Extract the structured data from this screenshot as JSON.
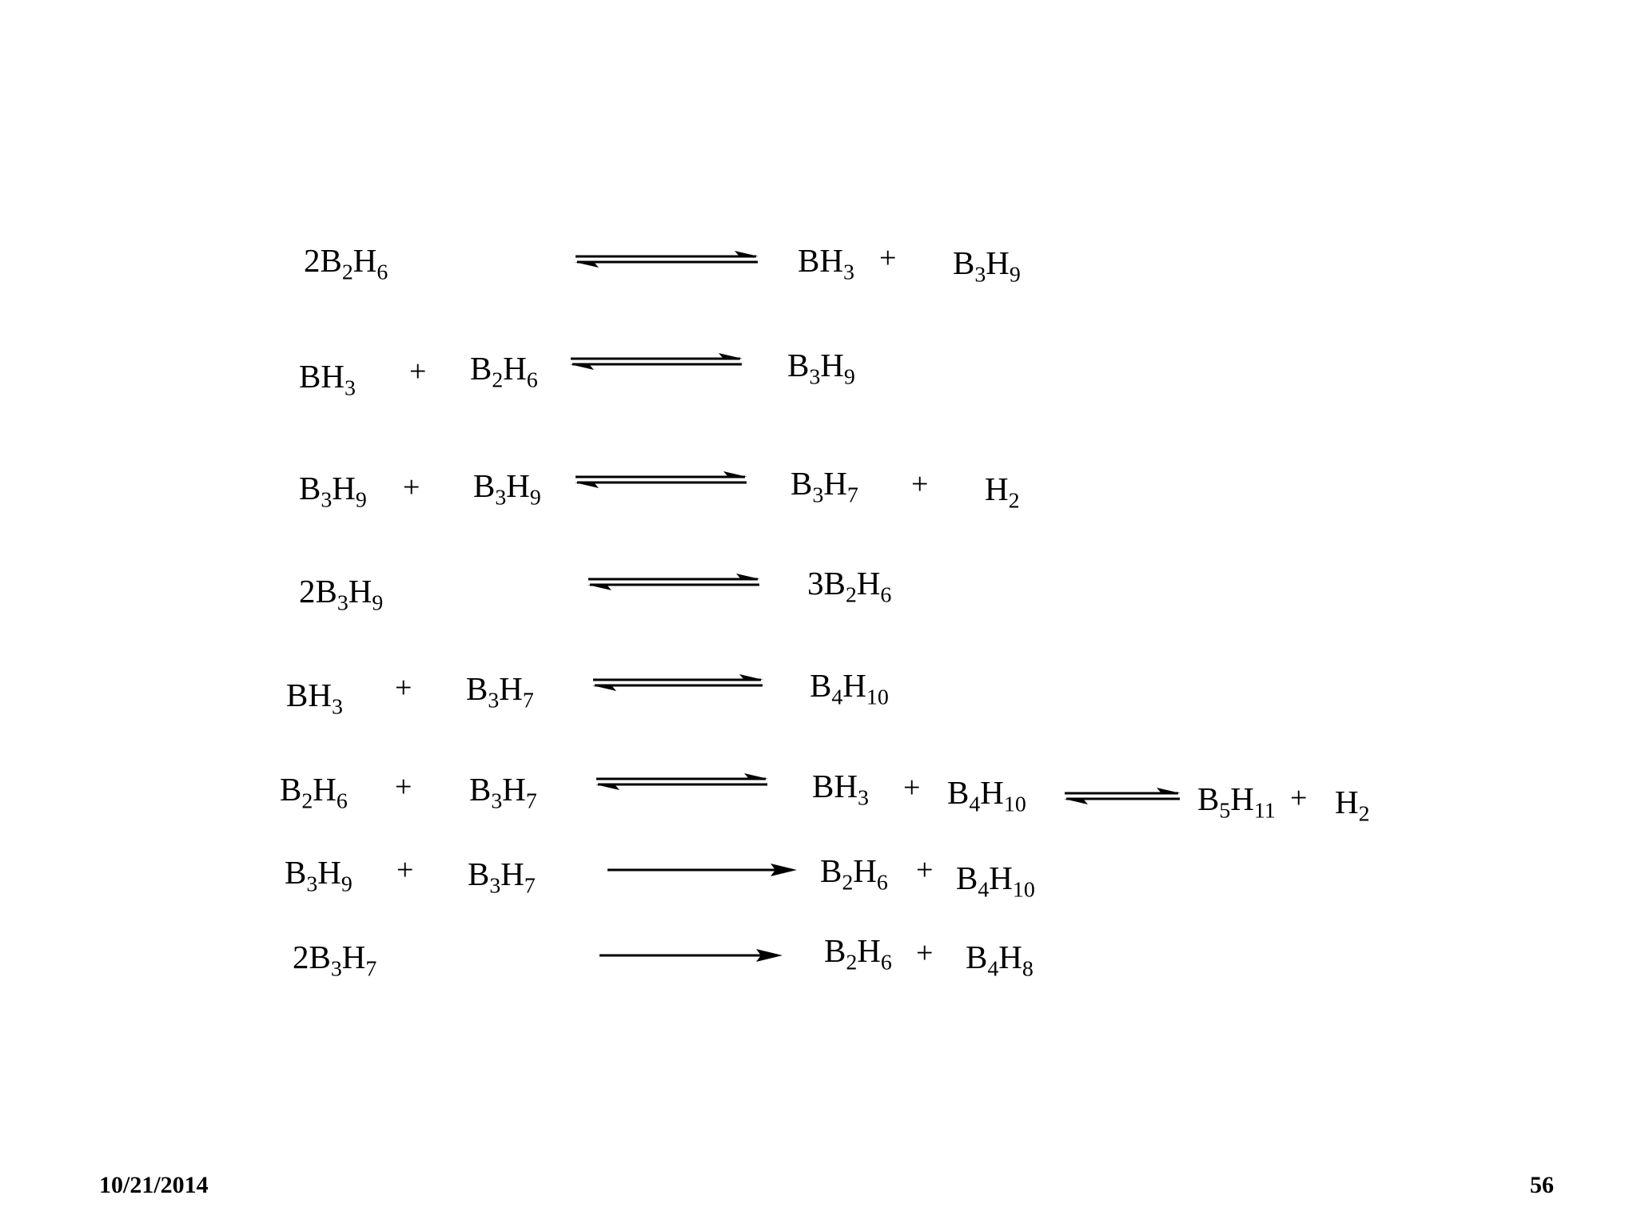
{
  "reactions": [
    {
      "id": "r1",
      "arrow": "equilibrium",
      "reactants": [
        {
          "text": "2B",
          "sub1": "2",
          "mid": "H",
          "sub2": "6"
        }
      ],
      "products": [
        {
          "text": "BH",
          "sub1": "3"
        },
        {
          "text": "B",
          "sub1": "3",
          "mid": "H",
          "sub2": "9"
        }
      ]
    },
    {
      "id": "r2",
      "arrow": "equilibrium",
      "reactants": [
        {
          "text": "BH",
          "sub1": "3"
        },
        {
          "text": "B",
          "sub1": "2",
          "mid": "H",
          "sub2": "6"
        }
      ],
      "products": [
        {
          "text": "B",
          "sub1": "3",
          "mid": "H",
          "sub2": "9"
        }
      ]
    },
    {
      "id": "r3",
      "arrow": "equilibrium",
      "reactants": [
        {
          "text": "B",
          "sub1": "3",
          "mid": "H",
          "sub2": "9"
        },
        {
          "text": "B",
          "sub1": "3",
          "mid": "H",
          "sub2": "9"
        }
      ],
      "products": [
        {
          "text": "B",
          "sub1": "3",
          "mid": "H",
          "sub2": "7"
        },
        {
          "text": "H",
          "sub1": "2"
        }
      ]
    },
    {
      "id": "r4",
      "arrow": "equilibrium",
      "reactants": [
        {
          "text": "2B",
          "sub1": "3",
          "mid": "H",
          "sub2": "9"
        }
      ],
      "products": [
        {
          "text": "3B",
          "sub1": "2",
          "mid": "H",
          "sub2": "6"
        }
      ]
    },
    {
      "id": "r5",
      "arrow": "equilibrium",
      "reactants": [
        {
          "text": "BH",
          "sub1": "3"
        },
        {
          "text": "B",
          "sub1": "3",
          "mid": "H",
          "sub2": "7"
        }
      ],
      "products": [
        {
          "text": "B",
          "sub1": "4",
          "mid": "H",
          "sub2": "10"
        }
      ]
    },
    {
      "id": "r6",
      "arrow": "equilibrium",
      "reactants": [
        {
          "text": "B",
          "sub1": "2",
          "mid": "H",
          "sub2": "6"
        },
        {
          "text": "B",
          "sub1": "3",
          "mid": "H",
          "sub2": "7"
        }
      ],
      "products": [
        {
          "text": "BH",
          "sub1": "3"
        },
        {
          "text": "B",
          "sub1": "4",
          "mid": "H",
          "sub2": "10"
        }
      ],
      "second_step": {
        "arrow": "equilibrium",
        "products": [
          {
            "text": "B",
            "sub1": "5",
            "mid": "H",
            "sub2": "11"
          },
          {
            "text": "H",
            "sub1": "2"
          }
        ]
      }
    },
    {
      "id": "r7",
      "arrow": "forward",
      "reactants": [
        {
          "text": "B",
          "sub1": "3",
          "mid": "H",
          "sub2": "9"
        },
        {
          "text": "B",
          "sub1": "3",
          "mid": "H",
          "sub2": "7"
        }
      ],
      "products": [
        {
          "text": "B",
          "sub1": "2",
          "mid": "H",
          "sub2": "6"
        },
        {
          "text": "B",
          "sub1": "4",
          "mid": "H",
          "sub2": "10"
        }
      ]
    },
    {
      "id": "r8",
      "arrow": "forward",
      "reactants": [
        {
          "text": "2B",
          "sub1": "3",
          "mid": "H",
          "sub2": "7"
        }
      ],
      "products": [
        {
          "text": "B",
          "sub1": "2",
          "mid": "H",
          "sub2": "6"
        },
        {
          "text": "B",
          "sub1": "4",
          "mid": "H",
          "sub2": "8"
        }
      ]
    }
  ],
  "plus_sign": "+",
  "footer": {
    "date": "10/21/2014",
    "page_number": "56"
  }
}
